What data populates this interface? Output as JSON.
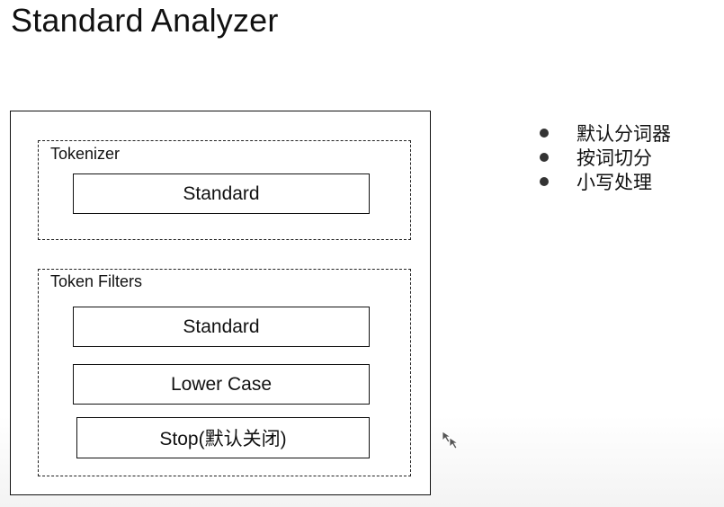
{
  "title": "Standard Analyzer",
  "diagram": {
    "tokenizer": {
      "label": "Tokenizer",
      "stages": [
        "Standard"
      ]
    },
    "token_filters": {
      "label": "Token Filters",
      "stages": [
        "Standard",
        "Lower Case",
        "Stop(默认关闭)"
      ]
    }
  },
  "bullets": [
    "默认分词器",
    "按词切分",
    "小写处理"
  ],
  "icons": {
    "cursor": "resize-cursor-icon"
  },
  "colors": {
    "line": "#111111",
    "background": "#ffffff",
    "bullet": "#333333"
  }
}
